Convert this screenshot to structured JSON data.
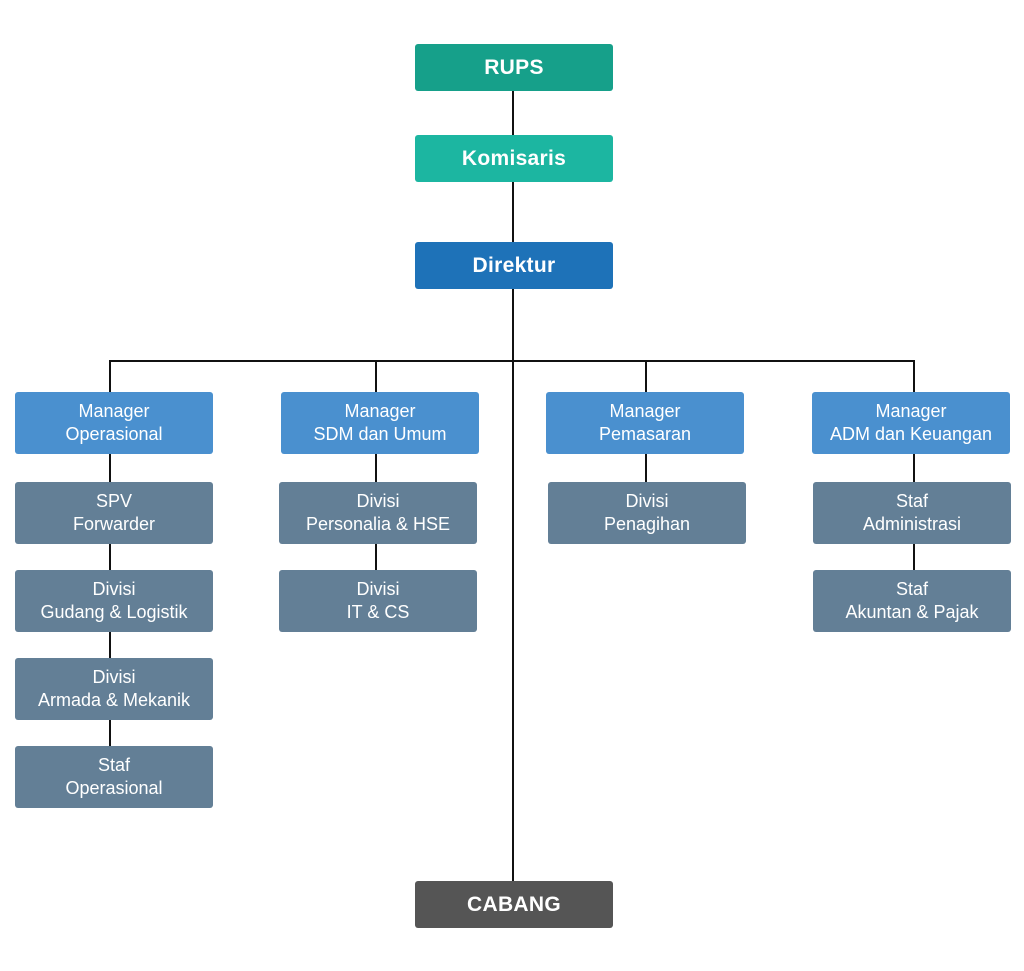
{
  "nodes": {
    "rups": {
      "label": "RUPS"
    },
    "komisaris": {
      "label": "Komisaris"
    },
    "direktur": {
      "label": "Direktur"
    },
    "manager_operasional": {
      "line1": "Manager",
      "line2": "Operasional"
    },
    "manager_sdm": {
      "line1": "Manager",
      "line2": "SDM dan Umum"
    },
    "manager_pemasaran": {
      "line1": "Manager",
      "line2": "Pemasaran"
    },
    "manager_adm": {
      "line1": "Manager",
      "line2": "ADM dan Keuangan"
    },
    "spv_forwarder": {
      "line1": "SPV",
      "line2": "Forwarder"
    },
    "divisi_gudang": {
      "line1": "Divisi",
      "line2": "Gudang & Logistik"
    },
    "divisi_armada": {
      "line1": "Divisi",
      "line2": "Armada & Mekanik"
    },
    "staf_operasional": {
      "line1": "Staf",
      "line2": "Operasional"
    },
    "divisi_personalia": {
      "line1": "Divisi",
      "line2": "Personalia & HSE"
    },
    "divisi_it": {
      "line1": "Divisi",
      "line2": "IT & CS"
    },
    "divisi_penagihan": {
      "line1": "Divisi",
      "line2": "Penagihan"
    },
    "staf_administrasi": {
      "line1": "Staf",
      "line2": "Administrasi"
    },
    "staf_akuntan": {
      "line1": "Staf",
      "line2": "Akuntan & Pajak"
    },
    "cabang": {
      "label": "CABANG"
    }
  },
  "colors": {
    "rups": "#16a08a",
    "komisaris": "#1cb6a1",
    "direktur": "#1e72b8",
    "manager": "#4a90cf",
    "staff": "#637f96",
    "cabang": "#555555",
    "connector": "#111111"
  }
}
